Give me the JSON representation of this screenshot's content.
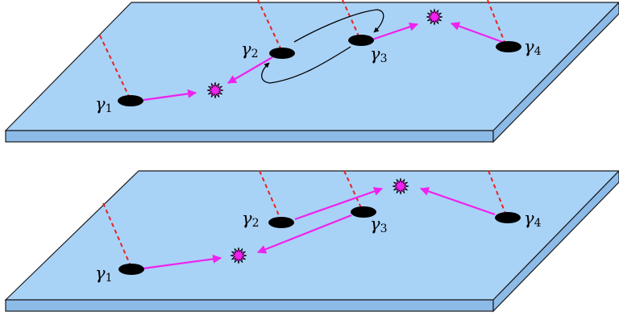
{
  "panels": [
    {
      "id": "top",
      "anyons": [
        {
          "base": "γ",
          "sub": "1"
        },
        {
          "base": "γ",
          "sub": "2"
        },
        {
          "base": "γ",
          "sub": "3"
        },
        {
          "base": "γ",
          "sub": "4"
        }
      ]
    },
    {
      "id": "bottom",
      "anyons": [
        {
          "base": "γ",
          "sub": "1"
        },
        {
          "base": "γ",
          "sub": "2"
        },
        {
          "base": "γ",
          "sub": "3"
        },
        {
          "base": "γ",
          "sub": "4"
        }
      ]
    }
  ],
  "colors": {
    "plate_top": "#a9d2f7",
    "plate_side": "#8cbbe8",
    "outline": "#1a1a1a",
    "dashed_line": "#e8231f",
    "arrow": "#ee22ee",
    "anyon": "#000000",
    "star_fill": "#ee22ee",
    "braid": "#000000"
  }
}
